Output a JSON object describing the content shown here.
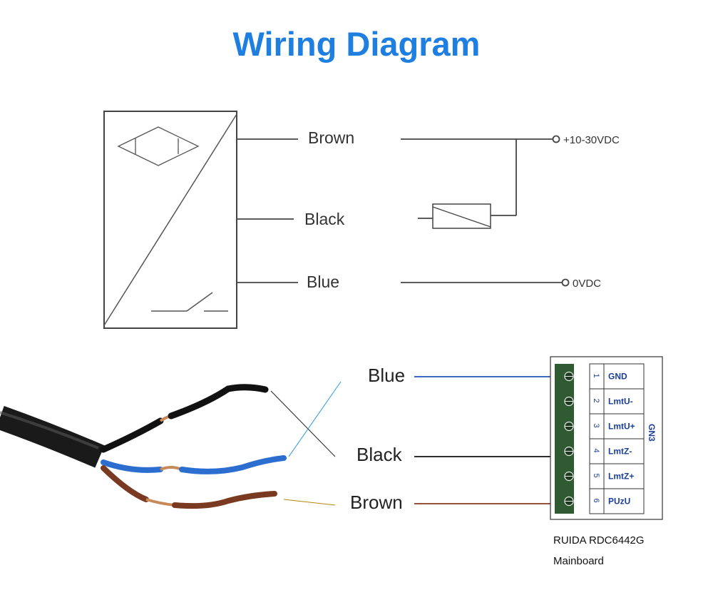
{
  "title": "Wiring Diagram",
  "sensor_wires": {
    "brown": "Brown",
    "black": "Black",
    "blue": "Blue"
  },
  "supply": {
    "positive": "+10-30VDC",
    "negative": "0VDC"
  },
  "cable_labels": {
    "blue": "Blue",
    "black": "Black",
    "brown": "Brown"
  },
  "terminal_block": {
    "name": "GN3",
    "pins": [
      {
        "num": "1",
        "label": "GND"
      },
      {
        "num": "2",
        "label": "LmtU-"
      },
      {
        "num": "3",
        "label": "LmtU+"
      },
      {
        "num": "4",
        "label": "LmtZ-"
      },
      {
        "num": "5",
        "label": "LmtZ+"
      },
      {
        "num": "6",
        "label": "PUzU"
      }
    ]
  },
  "board": {
    "model": "RUIDA RDC6442G",
    "type": "Mainboard"
  },
  "colors": {
    "title": "#1f7fe0",
    "blue_wire": "#1f55b5",
    "black_wire": "#111111",
    "brown_wire": "#8a3a20",
    "terminal_green": "#2f5a32"
  }
}
